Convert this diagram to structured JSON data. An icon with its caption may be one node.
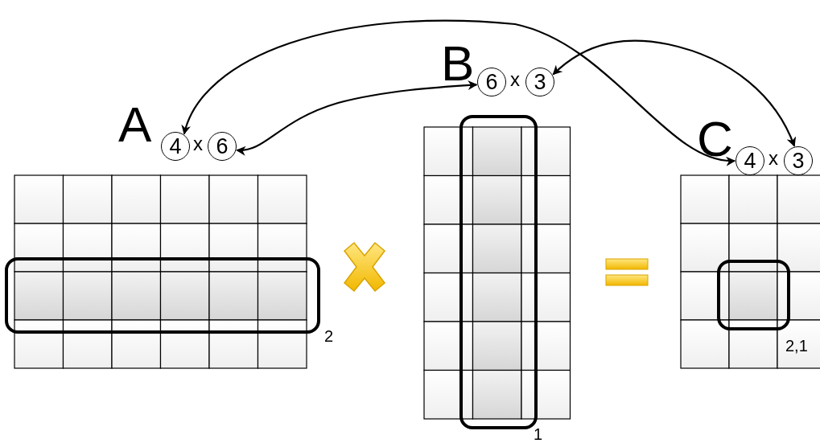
{
  "diagram": {
    "nodes": [
      {
        "text": [
          "4"
        ]
      },
      {
        "text": [
          "6"
        ]
      },
      {
        "text": [
          "6"
        ]
      },
      {
        "text": [
          "3"
        ]
      },
      {
        "text": [
          "4"
        ]
      },
      {
        "text": [
          "3"
        ]
      }
    ],
    "edges": [
      {
        "from": 0,
        "to": 4,
        "arrow": "both"
      },
      {
        "from": 1,
        "to": 2,
        "arrow": "both"
      },
      {
        "from": 3,
        "to": 5,
        "arrow": "both"
      }
    ],
    "labels": [
      "A",
      "x",
      "B",
      "x",
      "C",
      "x",
      "2",
      "1",
      "2,1"
    ]
  }
}
